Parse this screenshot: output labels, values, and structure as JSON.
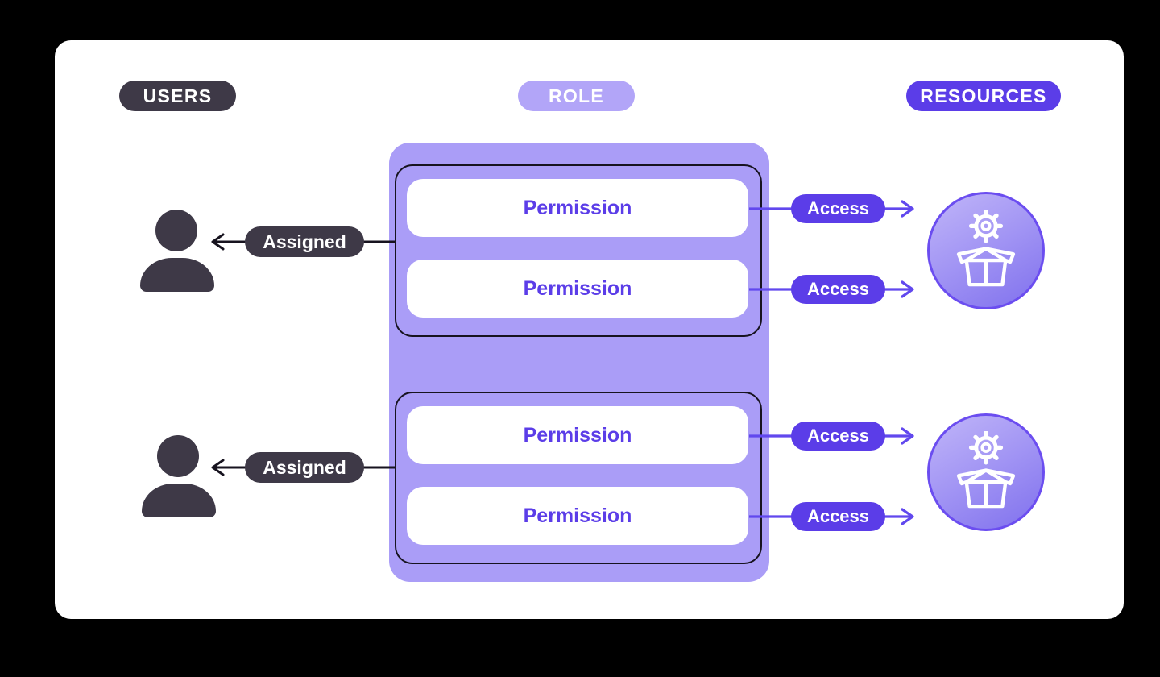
{
  "diagram": {
    "title_pills": {
      "users": "USERS",
      "role": "ROLE",
      "resources": "RESOURCES"
    },
    "groups": [
      {
        "assigned_label": "Assigned",
        "permissions": [
          {
            "label": "Permission",
            "access_label": "Access"
          },
          {
            "label": "Permission",
            "access_label": "Access"
          }
        ]
      },
      {
        "assigned_label": "Assigned",
        "permissions": [
          {
            "label": "Permission",
            "access_label": "Access"
          },
          {
            "label": "Permission",
            "access_label": "Access"
          }
        ]
      }
    ],
    "icons": {
      "user": "user-silhouette",
      "resource": "gear-over-open-box"
    },
    "colors": {
      "background": "#000000",
      "card": "#ffffff",
      "dark": "#3e3947",
      "vivid_purple": "#5b3de8",
      "lavender_container": "#aa9df7",
      "role_pill": "#b2a5f8",
      "connector_purple": "#6148ee",
      "outline_black": "#17131f",
      "circle_border": "#6b4df0"
    }
  }
}
